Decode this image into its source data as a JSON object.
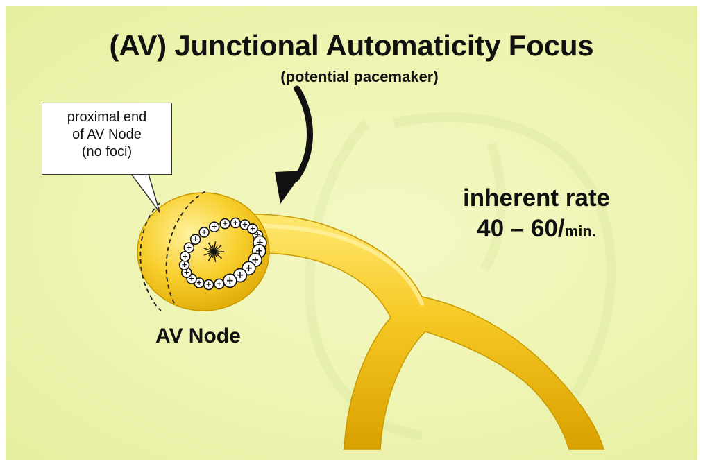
{
  "title": "(AV) Junctional Automaticity Focus",
  "subtitle": "(potential pacemaker)",
  "callout": {
    "line1": "proximal end",
    "line2": "of AV Node",
    "line3": "(no foci)"
  },
  "rate": {
    "label": "inherent rate",
    "value": "40 – 60",
    "slash": "/",
    "unit": "min."
  },
  "node_label": "AV Node",
  "plus_sign": "+",
  "colors": {
    "background": "#eef4b2",
    "bundle_fill": "#f2c21a",
    "bundle_edge": "#c99a00",
    "bundle_highlight": "#fff4a8",
    "text": "#111111"
  },
  "icons": [
    "curved-arrow-icon",
    "starburst-focus-icon",
    "plus-circle-icon"
  ]
}
